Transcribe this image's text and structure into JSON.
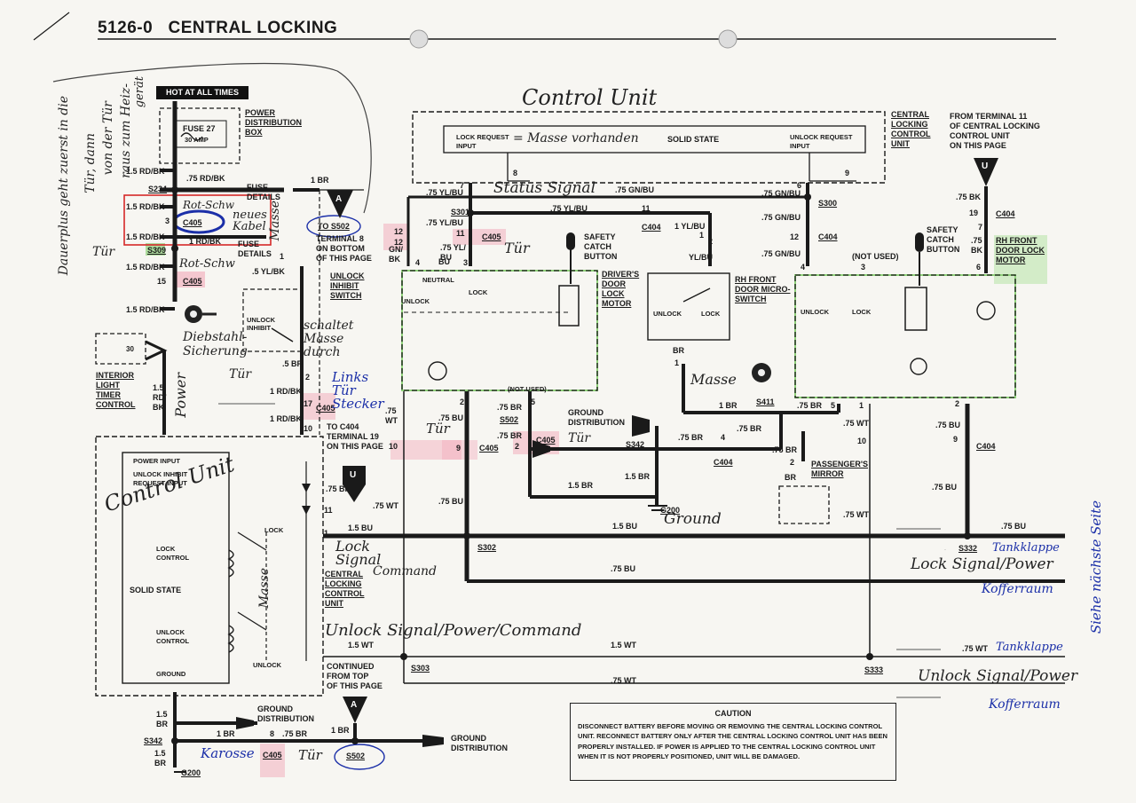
{
  "page": {
    "code": "5126-0",
    "title": "CENTRAL LOCKING",
    "hot_label": "HOT AT ALL TIMES"
  },
  "labels": {
    "power_dist": "POWER\nDISTRIBUTION\nBOX",
    "fuse27": "FUSE 27",
    "amp30": "30 AMP",
    "fuse_details_1": "FUSE\nDETAILS",
    "fuse_details_2": "FUSE\nDETAILS",
    "rdbk_1": "1.5 RD/BK",
    "rdbk_2": "1.5 RD/BK",
    "rdbk_3": "1.5 RD/BK",
    "rdbk_4": "1.5 RD/BK",
    "rdbk_5": "1.5 RD/BK",
    "rdbk_6": ".75 RD/BK",
    "rdbk_7": "1 RD/BK",
    "rdbk_8": "1.5\nRD/\nBK",
    "s234": "S234",
    "s309": "S309",
    "c405_1": "C405",
    "c405_2": "C405",
    "pin3": "3",
    "pin15": "15",
    "pin1": "1",
    "br1": "1 BR",
    "ylbk": ".5 YL/BK",
    "to_s502": "TO S502",
    "terminal8": "TERMINAL 8\nON BOTTOM\nOF THIS PAGE",
    "unlock_inhibit_switch": "UNLOCK\nINHIBIT\nSWITCH",
    "unlock_inhibit_small": "UNLOCK\nINHIBIT",
    "box30": "30",
    "interior_light": "INTERIOR\nLIGHT\nTIMER\nCONTROL",
    "br_5": ".5 BR",
    "rdbk_9": "1 RD/BK",
    "rdbk_10": "1 RD/BK",
    "pin2": "2",
    "pin17": "17",
    "pin10": "10",
    "c405_3": "C405",
    "to_c404": "TO C404\nTERMINAL 19\nON THIS PAGE",
    "cu_power_input": "POWER INPUT",
    "cu_unlock_inhibit": "UNLOCK INHIBIT\nREQUEST INPUT",
    "cu_lock": "LOCK",
    "cu_lock_control": "LOCK\nCONTROL",
    "cu_solid_state": "SOLID STATE",
    "cu_unlock_control": "UNLOCK\nCONTROL",
    "cu_unlock": "UNLOCK",
    "cu_ground": "GROUND",
    "bk75_1": ".75 BK",
    "pin11": "11",
    "wt75_1": ".75 WT",
    "bu15_1": "1.5 BU",
    "pin1b": "1",
    "central_locking_cu": "CENTRAL\nLOCKING\nCONTROL\nUNIT",
    "wt15_1": "1.5 WT",
    "continued_from_top": "CONTINUED\nFROM TOP\nOF THIS PAGE",
    "s302": "S302",
    "s303": "S303",
    "bu75_1": ".75 BU",
    "wt15_2": "1.5 WT",
    "wt75_2": ".75 WT",
    "gd_dist_1": "GROUND\nDISTRIBUTION",
    "br15_1": "1.5\nBR",
    "s342_1": "S342",
    "br1_2": "1 BR",
    "br75_1": ".75 BR",
    "br1_3": "1 BR",
    "pin8": "8",
    "br15_2": "1.5\nBR",
    "c405_4": "C405",
    "s502": "S502",
    "g200": "G200",
    "gd_dist_2": "GROUND\nDISTRIBUTION",
    "cu_top_lock_req": "LOCK REQUEST\nINPUT",
    "cu_top_solid_state": "SOLID STATE",
    "cu_top_unlock_req": "UNLOCK REQUEST\nINPUT",
    "cu_top_central": "CENTRAL\nLOCKING\nCONTROL\nUNIT",
    "from_terminal_11": "FROM TERMINAL 11\nOF CENTRAL LOCKING\nCONTROL UNIT\nON THIS PAGE",
    "pin8b": "8",
    "pin9b": "9",
    "ylbu75_1": ".75 YL/BU",
    "gnbu75_1": ".75 GN/BU",
    "pin7": "7",
    "s301": "S301",
    "ylbu75_2": ".75 YL/BU",
    "ylbu75_3": ".75 YL/BU",
    "pin11b": "11",
    "c404_1": "C404",
    "ylbu1": "1 YL/BU",
    "s300": "S300",
    "gnbu75_2": ".75 GN/BU",
    "pin6": "6",
    "pin12": "12",
    "gnbk": "GN/\nBK",
    "pin4": "4",
    "bu_1": "BU",
    "ylbu75_4": ".75 YL/\nBU",
    "pin3b": "3",
    "pin12b": "12",
    "pin11c": "11",
    "c405_5": "C405",
    "safety_catch_1": "SAFETY\nCATCH\nBUTTON",
    "yl_bu": "YL/BU",
    "pin1c": "1",
    "pin2b": "2",
    "neutral": "NEUTRAL",
    "unlock_1": "UNLOCK",
    "lock_1": "LOCK",
    "drivers_door": "DRIVER'S\nDOOR\nLOCK\nMOTOR",
    "gnbu75_3": ".75 GN/BU",
    "pin12c": "12",
    "c404_2": "C404",
    "gnbu75_4": ".75 GN/BU",
    "pin4b": "4",
    "not_used_1": "(NOT USED)",
    "pin3c": "3",
    "rh_front_micro": "RH FRONT\nDOOR MICRO-\nSWITCH",
    "unlock_2": "UNLOCK",
    "lock_2": "LOCK",
    "br_2": "BR",
    "pin1d": "1",
    "unlock_3": "UNLOCK",
    "lock_3": "LOCK",
    "bk75_2": ".75 BK",
    "pin19": "19",
    "c404_3": "C404",
    "safety_catch_2": "SAFETY\nCATCH\nBUTTON",
    "bk75_3": ".75\nBK",
    "pin7b": "7",
    "pin6b": "6",
    "rh_front_door_lock": "RH FRONT\nDOOR LOCK\nMOTOR",
    "not_used_2": "(NOT USED)",
    "pin2c": "2",
    "pin5": "5",
    "br75_2": ".75 BR",
    "s502_b": "S502",
    "br75_3": ".75 BR",
    "pin2d": "2",
    "c405_6": "C405",
    "gd_dist_3": "GROUND\nDISTRIBUTION",
    "s342_2": "S342",
    "br75_4": ".75 BR",
    "pin4c": "4",
    "c404_4": "C404",
    "br15_3": "1.5 BR",
    "br15_4": "1.5 BR",
    "g200b": "G200",
    "bu15_2": "1.5 BU",
    "wt75_3": ".75\nWT",
    "pin10b": "10",
    "bu75_2": ".75 BU",
    "pin9": "9",
    "c405_7": "C405",
    "bu75_3": ".75 BU",
    "br1_4": "1 BR",
    "s411": "S411",
    "br75_5": ".75 BR",
    "pin5b": "5",
    "pin1e": "1",
    "br75_6": ".75 BR",
    "br75_7": ".75 BR",
    "pin2e": "2",
    "br_3": "BR",
    "passenger_mirror": "PASSENGER'S\nMIRROR",
    "wt75_4": ".75 WT",
    "pin10c": "10",
    "wt75_5": ".75 WT",
    "pin2f": "2",
    "bu75_4": ".75 BU",
    "pin9c": "9",
    "c404_5": "C404",
    "bu75_5": ".75 BU",
    "bu75_6": ".75 BU",
    "s332": "S332",
    "wt75_6": ".75 WT",
    "s333": "S333"
  },
  "handwriting": {
    "control_unit_top": "Control Unit",
    "masse_vorhanden": "= Masse vorhanden",
    "status_signal": "Status Signal",
    "rot_schw_1": "Rot-Schw",
    "neues_kabel": "neues\nKabel",
    "rot_schw_2": "Rot-Schw",
    "masse_1": "Masse",
    "tuer_1": "Tür",
    "diebstahl": "Diebstahl-\nSicherung",
    "schaltet_masse": "schaltet\nMasse\ndurch",
    "tuer_2": "Tür",
    "links_tuer": "Links\nTür\nStecker",
    "power": "Power",
    "dauerplus": "Dauerplus geht zuerst in die",
    "tuer_dann": "Tür, dann",
    "von_der_tuer": "von der Tür",
    "raus_zum": "raus zum Heiz-",
    "geraet": "gerät",
    "control_unit_left": "Control Unit",
    "masse_2": "Masse",
    "lock_signal": "Lock\nSignal",
    "command": "Command",
    "unlock_signal": "Unlock Signal/Power/Command",
    "tuer_3": "Tür",
    "tuer_4": "Tür",
    "tuer_5": "Tür",
    "tuer_6": "Tür",
    "masse_3": "Masse",
    "ground": "Ground",
    "tankklappe_1": "Tankklappe",
    "lock_signal_power": "Lock Signal/Power",
    "kofferraum_1": "Kofferraum",
    "tankklappe_2": "Tankklappe",
    "unlock_signal_power": "Unlock Signal/Power",
    "kofferraum_2": "Kofferraum",
    "siehe": "Siehe nächste Seite",
    "karosse": "Karosse",
    "tuer_7": "Tür"
  },
  "caution": {
    "title": "CAUTION",
    "body": "DISCONNECT BATTERY BEFORE MOVING OR REMOVING THE CENTRAL LOCKING CONTROL UNIT. RECONNECT BATTERY ONLY AFTER THE CENTRAL LOCKING CONTROL UNIT HAS BEEN PROPERLY INSTALLED. IF POWER IS APPLIED TO THE CENTRAL LOCKING CONTROL UNIT WHEN IT IS NOT PROPERLY POSITIONED, UNIT WILL BE DAMAGED."
  },
  "connector_letters": {
    "a1": "A",
    "u1": "U",
    "u2": "U",
    "a2": "A"
  },
  "colors": {
    "ink": "#1a1a1a",
    "handwriting_blue": "#1b2fa8",
    "marker_red": "#d62828",
    "highlight_green": "#8fd17a",
    "highlight_pink": "#f2a8b8"
  }
}
